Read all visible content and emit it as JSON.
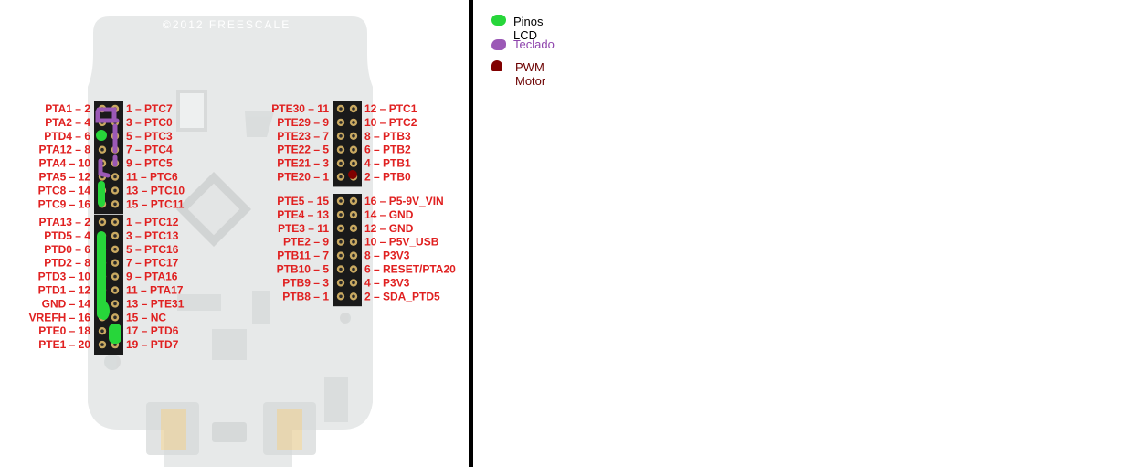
{
  "board": {
    "title": "©2012 FREESCALE",
    "left_headers": [
      {
        "name": "j1",
        "left": [
          "PTA1 – 2",
          "PTA2 – 4",
          "PTD4 – 6",
          "PTA12 – 8",
          "PTA4 – 10",
          "PTA5 – 12",
          "PTC8 – 14",
          "PTC9 – 16"
        ],
        "right": [
          "1 – PTC7",
          "3 – PTC0",
          "5 – PTC3",
          "7 – PTC4",
          "9 – PTC5",
          "11 – PTC6",
          "13 – PTC10",
          "15 – PTC11"
        ]
      },
      {
        "name": "j2",
        "left": [
          "PTA13 – 2",
          "PTD5 – 4",
          "PTD0 – 6",
          "PTD2 – 8",
          "PTD3 – 10",
          "PTD1 – 12",
          "GND – 14",
          "VREFH – 16",
          "PTE0 – 18",
          "PTE1 – 20"
        ],
        "right": [
          "1 – PTC12",
          "3 – PTC13",
          "5 – PTC16",
          "7 – PTC17",
          "9 – PTA16",
          "11 – PTA17",
          "13 – PTE31",
          "15 – NC",
          "17 – PTD6",
          "19 – PTD7"
        ]
      }
    ],
    "right_headers": [
      {
        "name": "j9",
        "left": [
          "PTE30 – 11",
          "PTE29 – 9",
          "PTE23 – 7",
          "PTE22 – 5",
          "PTE21 – 3",
          "PTE20 – 1"
        ],
        "right": [
          "12 – PTC1",
          "10 – PTC2",
          "8 – PTB3",
          "6 – PTB2",
          "4 – PTB1",
          "2 – PTB0"
        ]
      },
      {
        "name": "j10",
        "left": [
          "PTE5 – 15",
          "PTE4 – 13",
          "PTE3 – 11",
          "PTE2 – 9",
          "PTB11 – 7",
          "PTB10 – 5",
          "PTB9 – 3",
          "PTB8 – 1"
        ],
        "right": [
          "16 – P5-9V_VIN",
          "14 – GND",
          "12 – GND",
          "10 – P5V_USB",
          "8 – P3V3",
          "6 – RESET/PTA20",
          "4 – P3V3",
          "2 – SDA_PTD5"
        ]
      }
    ]
  },
  "legend": [
    {
      "label": "Pinos LCD",
      "color": "#27d63a",
      "text_color": "#000000",
      "icon": "green-blob-icon"
    },
    {
      "label": "Teclado",
      "color": "#9b59b6",
      "text_color": "#8e44ad",
      "icon": "purple-blob-icon"
    },
    {
      "label": "PWM Motor",
      "color": "#800000",
      "text_color": "#6b0000",
      "icon": "dark-red-blob-icon"
    }
  ],
  "colors": {
    "pin_label": "#e02020",
    "lcd": "#27d63a",
    "keypad": "#9b59b6",
    "pwm": "#800000",
    "divider": "#000000"
  }
}
